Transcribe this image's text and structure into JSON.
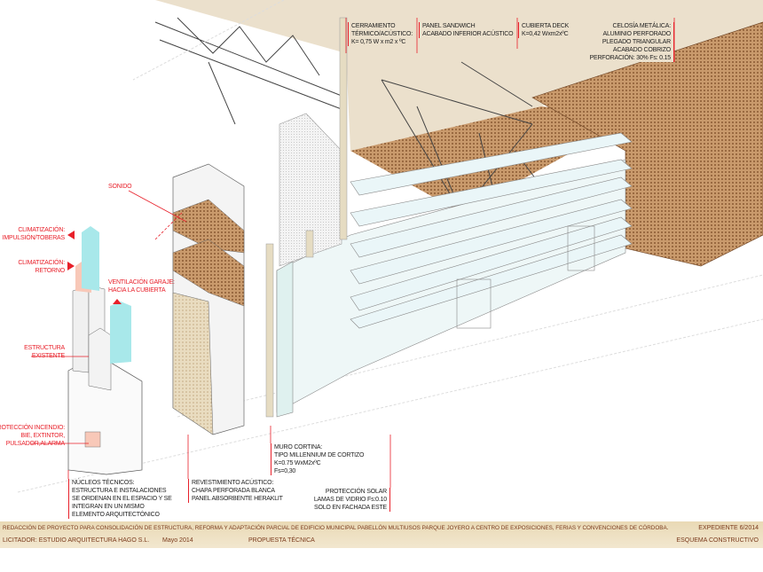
{
  "labels": {
    "cerramiento": [
      "CERRAMIENTO",
      "TÉRMICO/ACÚSTICO:",
      "K= 0,75 W x m2 x ºC"
    ],
    "panel_sandwich": [
      "PANEL SANDWICH",
      "ACABADO INFERIOR ACÚSTICO"
    ],
    "cubierta_deck": [
      "CUBIERTA DECK",
      "K=0,42 Wxm2xºC"
    ],
    "celosia": [
      "CELOSÍA METÁLICA:",
      "ALUMINIO PERFORADO",
      "PLEGADO TRIANGULAR",
      "ACABADO COBRIZO",
      "PERFORACIÓN: 30%   Fs: 0.15"
    ],
    "sonido": "SONIDO",
    "clim_impulsion": [
      "CLIMATIZACIÓN:",
      "IMPULSIÓN/TOBERAS"
    ],
    "clim_retorno": [
      "CLIMATIZACIÓN:",
      "RETORNO"
    ],
    "ventilacion": [
      "VENTILACIÓN GARAJE:",
      "HACIA LA CUBIERTA"
    ],
    "estructura": [
      "ESTRUCTURA",
      "EXISTENTE"
    ],
    "proteccion_incendio": [
      "PROTECCIÓN INCENDIO:",
      "BIE, EXTINTOR,",
      "PULSADOR,ALARMA"
    ],
    "nucleos": [
      "NÚCLEOS TÉCNICOS:",
      "ESTRUCTURA E INSTALACIONES",
      "SE ORDENAN EN EL ESPACIO Y SE",
      "INTEGRAN EN UN MISMO",
      "ELEMENTO ARQUITECTÓNICO"
    ],
    "revestimiento": [
      "REVESTIMIENTO ACÚSTICO:",
      "CHAPA PERFORADA BLANCA",
      "PANEL ABSORBENTE HERAKLIT"
    ],
    "muro_cortina": [
      "MURO CORTINA:",
      "TIPO MILLENNIUM DE CORTIZO",
      "K=0.75 WxM2xºC",
      "Fs=0,30"
    ],
    "proteccion_solar": [
      "PROTECCIÓN SOLAR",
      "LAMAS DE VIDRIO Fs:0.10",
      "SOLO EN FACHADA ESTE"
    ]
  },
  "footer": {
    "title": "REDACCIÓN DE PROYECTO PARA CONSOLIDACIÓN DE ESTRUCTURA, REFORMA Y ADAPTACIÓN PARCIAL DE EDIFICIO MUNICIPAL PABELLÓN MULTIUSOS PARQUE JOYERO A CENTRO DE EXPOSICIONES, FERIAS Y CONVENCIONES DE CÓRDOBA.",
    "expediente": "EXPEDIENTE 6/2014",
    "licitador": "LICITADOR: ESTUDIO ARQUITECTURA HAGO S.L.",
    "fecha": "Mayo 2014",
    "propuesta": "PROPUESTA TÉCNICA",
    "esquema": "ESQUEMA CONSTRUCTIVO"
  },
  "colors": {
    "accent_red": "#e8202a",
    "copper": "#b9875a",
    "beige": "#e8dcc4",
    "cyan": "#a8e8ea",
    "salmon": "#f8c8b8"
  }
}
